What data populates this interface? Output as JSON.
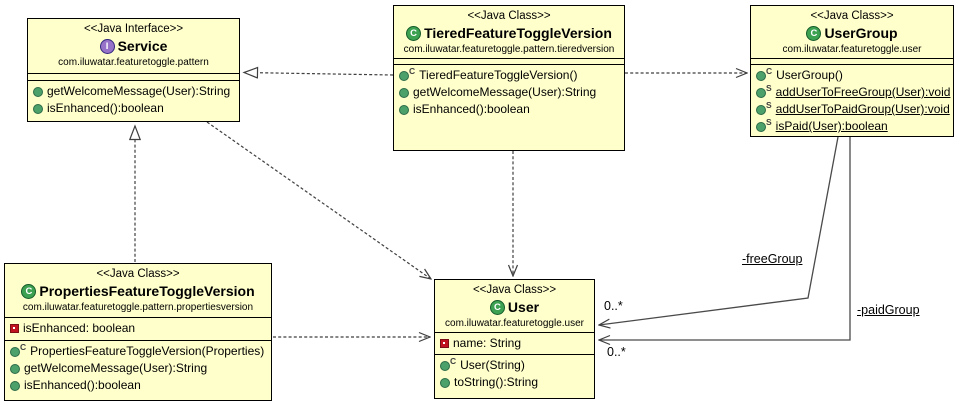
{
  "colors": {
    "box_fill": "#ffffcc",
    "box_border": "#000000",
    "interface_icon": "#9672c8",
    "class_icon": "#3da152",
    "public_method_icon": "#4ca06a",
    "private_field_icon": "#c1121f",
    "line": "#3f3f3f"
  },
  "classes": [
    {
      "id": "service",
      "stereotype": "<<Java Interface>>",
      "icon_letter": "I",
      "name": "Service",
      "package": "com.iluwatar.featuretoggle.pattern",
      "fields": [],
      "methods": [
        {
          "label": "getWelcomeMessage(User):String",
          "visibility": "public"
        },
        {
          "label": "isEnhanced():boolean",
          "visibility": "public"
        }
      ]
    },
    {
      "id": "tiered-feature-toggle-version",
      "stereotype": "<<Java Class>>",
      "icon_letter": "C",
      "name": "TieredFeatureToggleVersion",
      "package": "com.iluwatar.featuretoggle.pattern.tieredversion",
      "fields": [],
      "methods": [
        {
          "label": "TieredFeatureToggleVersion()",
          "visibility": "public",
          "decorator": "C"
        },
        {
          "label": "getWelcomeMessage(User):String",
          "visibility": "public"
        },
        {
          "label": "isEnhanced():boolean",
          "visibility": "public"
        }
      ]
    },
    {
      "id": "user-group",
      "stereotype": "<<Java Class>>",
      "icon_letter": "C",
      "name": "UserGroup",
      "package": "com.iluwatar.featuretoggle.user",
      "fields": [],
      "methods": [
        {
          "label": "UserGroup()",
          "visibility": "public",
          "decorator": "C"
        },
        {
          "label": "addUserToFreeGroup(User):void",
          "visibility": "public",
          "decorator": "S",
          "static": true
        },
        {
          "label": "addUserToPaidGroup(User):void",
          "visibility": "public",
          "decorator": "S",
          "static": true
        },
        {
          "label": "isPaid(User):boolean",
          "visibility": "public",
          "decorator": "S",
          "static": true
        }
      ]
    },
    {
      "id": "properties-feature-toggle-version",
      "stereotype": "<<Java Class>>",
      "icon_letter": "C",
      "name": "PropertiesFeatureToggleVersion",
      "package": "com.iluwatar.featuretoggle.pattern.propertiesversion",
      "fields": [
        {
          "label": "isEnhanced: boolean",
          "visibility": "private"
        }
      ],
      "methods": [
        {
          "label": "PropertiesFeatureToggleVersion(Properties)",
          "visibility": "public",
          "decorator": "C"
        },
        {
          "label": "getWelcomeMessage(User):String",
          "visibility": "public"
        },
        {
          "label": "isEnhanced():boolean",
          "visibility": "public"
        }
      ]
    },
    {
      "id": "user",
      "stereotype": "<<Java Class>>",
      "icon_letter": "C",
      "name": "User",
      "package": "com.iluwatar.featuretoggle.user",
      "fields": [
        {
          "label": "name: String",
          "visibility": "private"
        }
      ],
      "methods": [
        {
          "label": "User(String)",
          "visibility": "public",
          "decorator": "C"
        },
        {
          "label": "toString():String",
          "visibility": "public"
        }
      ]
    }
  ],
  "edges": [
    {
      "type": "realization",
      "from": "TieredFeatureToggleVersion",
      "to": "Service"
    },
    {
      "type": "realization",
      "from": "PropertiesFeatureToggleVersion",
      "to": "Service"
    },
    {
      "type": "dependency",
      "from": "Service",
      "to": "User"
    },
    {
      "type": "dependency",
      "from": "TieredFeatureToggleVersion",
      "to": "User"
    },
    {
      "type": "dependency",
      "from": "TieredFeatureToggleVersion",
      "to": "UserGroup"
    },
    {
      "type": "dependency",
      "from": "PropertiesFeatureToggleVersion",
      "to": "User"
    },
    {
      "type": "association",
      "from": "UserGroup",
      "to": "User",
      "label": "-freeGroup",
      "multiplicity": "0..*"
    },
    {
      "type": "association",
      "from": "UserGroup",
      "to": "User",
      "label": "-paidGroup",
      "multiplicity": "0..*"
    }
  ]
}
